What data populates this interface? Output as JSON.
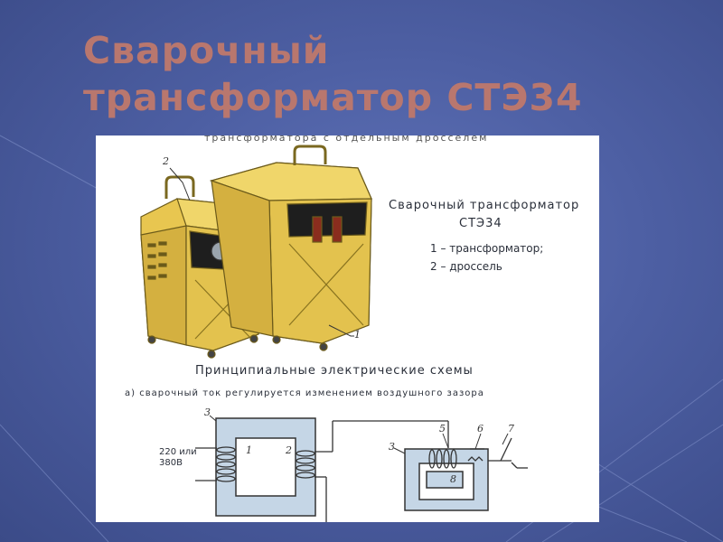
{
  "slide": {
    "title_line1": "Сварочный",
    "title_line2": "трансформатор СТЭ34"
  },
  "figure": {
    "cut_header": "трансформатора с отдельным дросселем",
    "caption_line1": "Сварочный трансформатор",
    "caption_line2": "СТЭ34",
    "legend": [
      "1 – трансформатор;",
      "2 – дроссель"
    ],
    "schemes_title": "Принципиальные электрические схемы",
    "schemes_subtitle": "а) сварочный ток регулируется изменением воздушного зазора",
    "voltage_line1": "220 или",
    "voltage_line2": "380В",
    "labels": {
      "l1": "1",
      "l2": "2",
      "l3": "3",
      "t1": "1",
      "t2": "2",
      "t3": "3",
      "c3": "3",
      "c5": "5",
      "c6": "6",
      "c7": "7",
      "c8": "8"
    }
  },
  "colors": {
    "background": "#4d5fa3",
    "title": "#b9776e",
    "cabinet": "#e8c650",
    "core": "#c5d6e6"
  }
}
